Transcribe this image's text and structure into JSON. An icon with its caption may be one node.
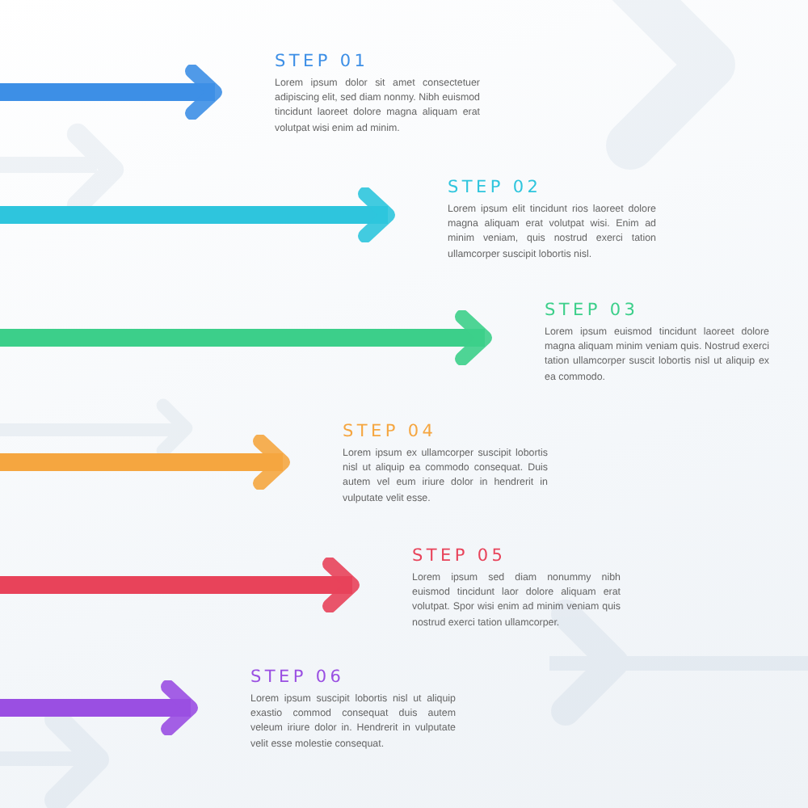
{
  "diagram": {
    "nodes": [
      {
        "text": [
          "STEP 01",
          "Lorem ipsum dolor sit amet consectetuer adipiscing elit, sed diam nonmy. Nibh euismod tincidunt laoreet dolore magna aliquam erat volutpat wisi enim ad minim."
        ]
      },
      {
        "text": [
          "STEP 02",
          "Lorem ipsum elit tincidunt rios laoreet dolore magna aliquam erat volutpat wisi. Enim ad minim veniam, quis nostrud exerci tation ullamcorper suscipit lobortis nisl."
        ]
      },
      {
        "text": [
          "STEP 03",
          "Lorem ipsum euismod tincidunt laoreet dolore magna aliquam minim veniam quis. Nostrud exerci tation ullamcorper suscit lobortis nisl ut aliquip ex ea commodo."
        ]
      },
      {
        "text": [
          "STEP 04",
          "Lorem ipsum ex ullamcorper suscipit lobortis nisl ut aliquip ea commodo consequat. Duis autem vel eum iriure dolor in hendrerit in vulputate velit esse."
        ]
      },
      {
        "text": [
          "STEP 05",
          "Lorem ipsum sed diam nonummy nibh euismod tincidunt laor dolore aliquam erat volutpat. Spor wisi enim ad minim veniam quis nostrud exerci tation ullamcorper."
        ]
      },
      {
        "text": [
          "STEP 06",
          "Lorem ipsum suscipit lobortis nisl ut aliquip exastio commod consequat duis autem veleum iriure dolor in. Hendrerit in vulputate velit esse molestie consequat."
        ]
      }
    ],
    "edges": [
      {
        "from": null,
        "to": 0,
        "arrow": "to",
        "color": "#3d8fe6"
      },
      {
        "from": null,
        "to": 1,
        "arrow": "to",
        "color": "#2ec5dd"
      },
      {
        "from": null,
        "to": 2,
        "arrow": "to",
        "color": "#3ccf8a"
      },
      {
        "from": null,
        "to": 3,
        "arrow": "to",
        "color": "#f5a640"
      },
      {
        "from": null,
        "to": 4,
        "arrow": "to",
        "color": "#e8435a"
      },
      {
        "from": null,
        "to": 5,
        "arrow": "to",
        "color": "#9a4fe2"
      }
    ]
  }
}
